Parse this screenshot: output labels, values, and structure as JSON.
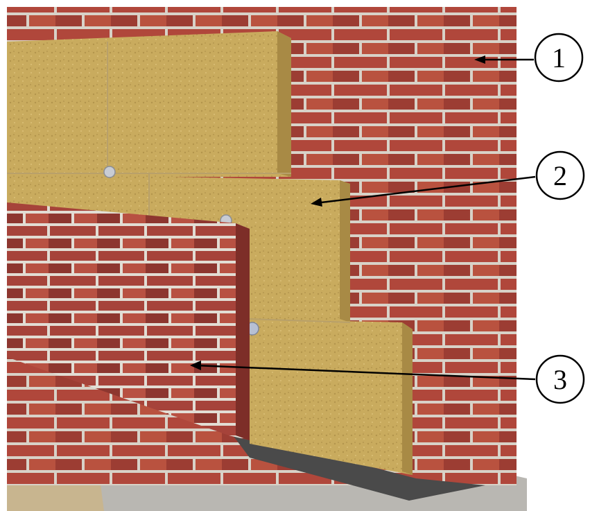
{
  "figure": {
    "colors": {
      "brick": "#b0473b",
      "brick_dark": "#7d2e28",
      "mortar": "#d8d2c8",
      "insulation": "#c9ab5e",
      "insulation_dark": "#a88a45",
      "concrete": "#b9b7b2",
      "membrane": "#4a4a4a",
      "stroke": "#000000"
    },
    "callouts": [
      {
        "label": "1",
        "target": "outer-brick-wall"
      },
      {
        "label": "2",
        "target": "mineral-wool-insulation"
      },
      {
        "label": "3",
        "target": "facing-brick-layer"
      }
    ]
  }
}
